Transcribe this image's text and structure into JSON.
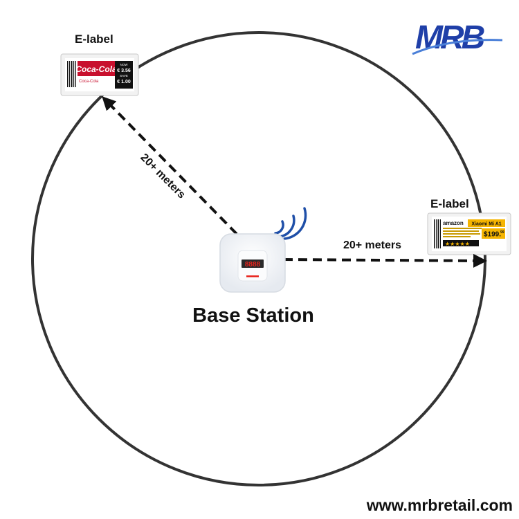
{
  "logo": {
    "text": "MRB"
  },
  "labels": {
    "top_left_label": "E-label",
    "right_label": "E-label",
    "distance_diagonal": "20+ meters",
    "distance_horizontal": "20+ meters",
    "base_station": "Base Station",
    "website": "www.mrbretail.com"
  },
  "elabel_top_left": {
    "brand": "Coca-Cola",
    "product": "Coca-Cola",
    "now_label": "NOW",
    "now_price": "€ 3.56",
    "save_label": "SAVE",
    "save_price": "€ 1.00"
  },
  "elabel_right": {
    "brand": "amazon",
    "product": "Xiaomi Mi A1",
    "price": "$199.",
    "price_cents": "99",
    "stars": "★★★★★"
  },
  "base_station": {
    "display": "8888"
  },
  "colors": {
    "circle": "#333333",
    "arrow": "#111111",
    "logo_blue": "#1f3fa8",
    "logo_light": "#4a7fd8",
    "coke_red": "#c8102e",
    "amazon_yellow": "#f5b400",
    "wave_blue": "#1f4fa8",
    "led_red": "#e8231c"
  }
}
